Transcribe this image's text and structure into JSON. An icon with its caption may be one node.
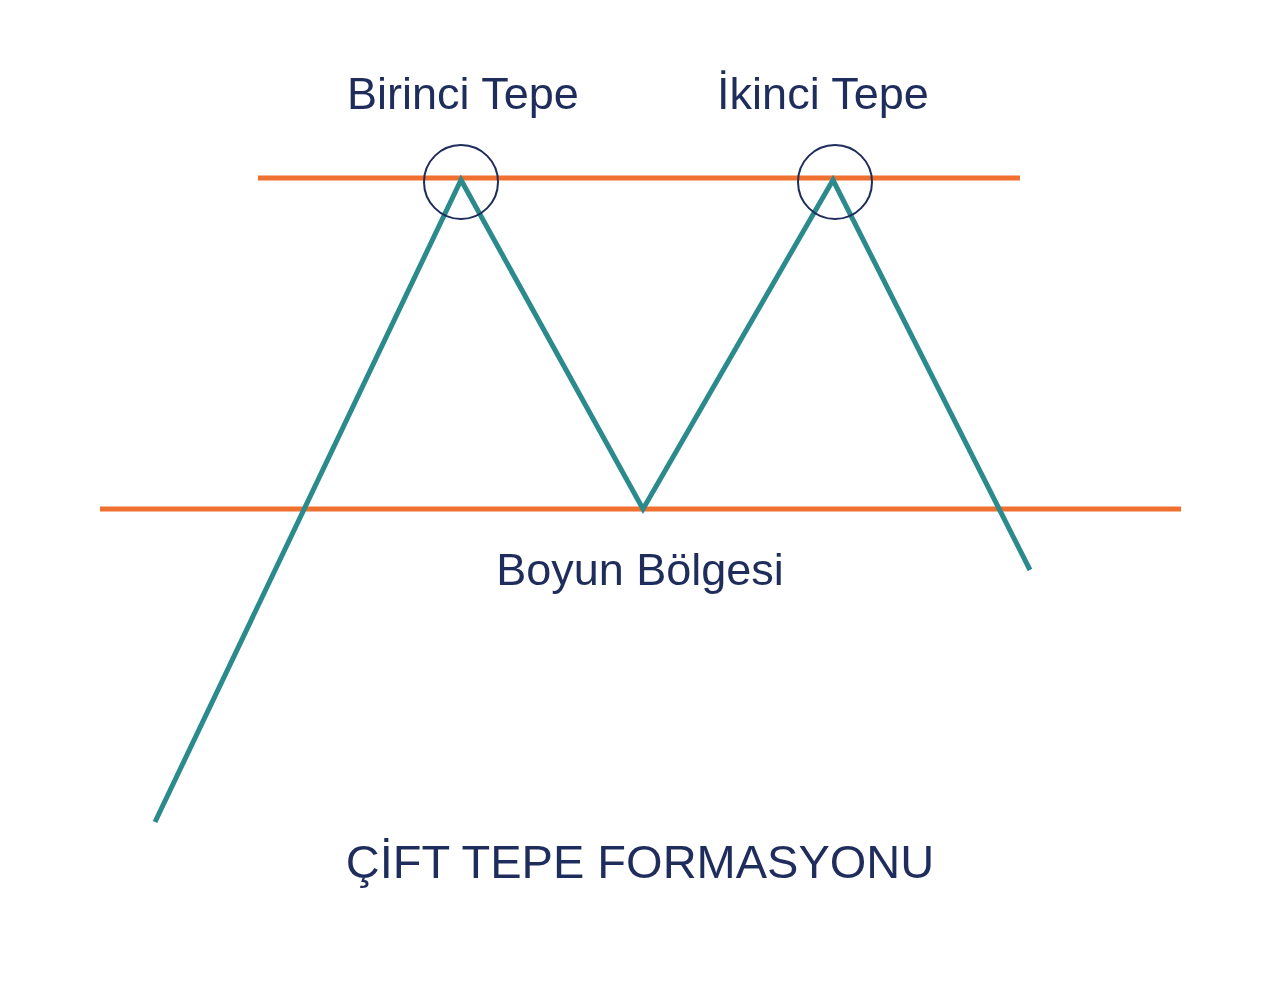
{
  "diagram": {
    "caption": "ÇİFT TEPE FORMASYONU",
    "labels": [
      "Birinci Tepe",
      "İkinci Tepe",
      "Boyun Bölgesi"
    ]
  }
}
